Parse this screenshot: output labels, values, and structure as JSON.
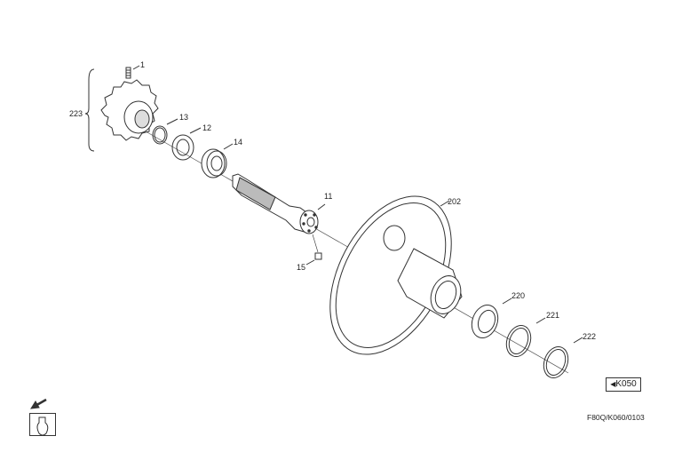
{
  "diagram": {
    "type": "exploded-parts-view",
    "parts": [
      {
        "id": "1",
        "label": "1",
        "desc": "set screw"
      },
      {
        "id": "223",
        "label": "223",
        "desc": "gear assembly (bracketed group)"
      },
      {
        "id": "13",
        "label": "13",
        "desc": "snap ring"
      },
      {
        "id": "12",
        "label": "12",
        "desc": "washer"
      },
      {
        "id": "14",
        "label": "14",
        "desc": "bearing"
      },
      {
        "id": "11",
        "label": "11",
        "desc": "splined shaft"
      },
      {
        "id": "15",
        "label": "15",
        "desc": "plug"
      },
      {
        "id": "202",
        "label": "202",
        "desc": "hub flange housing"
      },
      {
        "id": "220",
        "label": "220",
        "desc": "seal ring"
      },
      {
        "id": "221",
        "label": "221",
        "desc": "o-ring"
      },
      {
        "id": "222",
        "label": "222",
        "desc": "retaining ring"
      }
    ],
    "reference": {
      "arrow": "◀",
      "code": "K050"
    },
    "document_id": "F80Q/K060/0103",
    "view_icon": "view-direction-icon"
  }
}
